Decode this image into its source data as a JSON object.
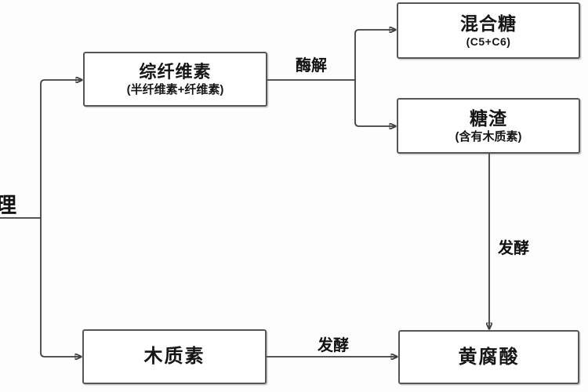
{
  "input_source": {
    "label": "理"
  },
  "nodes": {
    "holocellulose": {
      "title": "综纤维素",
      "subtitle": "(半纤维素+纤维素)"
    },
    "mixed_sugar": {
      "title": "混合糖",
      "subtitle": "(C5+C6)"
    },
    "sugar_residue": {
      "title": "糖渣",
      "subtitle": "(含有木质素)"
    },
    "lignin": {
      "title": "木质素"
    },
    "fulvic_acid": {
      "title": "黄腐酸"
    }
  },
  "edge_labels": {
    "enzymolysis": "酶解",
    "fermentation_from_residue": "发酵",
    "fermentation_from_lignin": "发酵"
  },
  "colors": {
    "background": "#fdfdfd",
    "box_fill": "#ffffff",
    "box_border": "#565656",
    "line": "#3f3f3f",
    "text": "#151515"
  }
}
